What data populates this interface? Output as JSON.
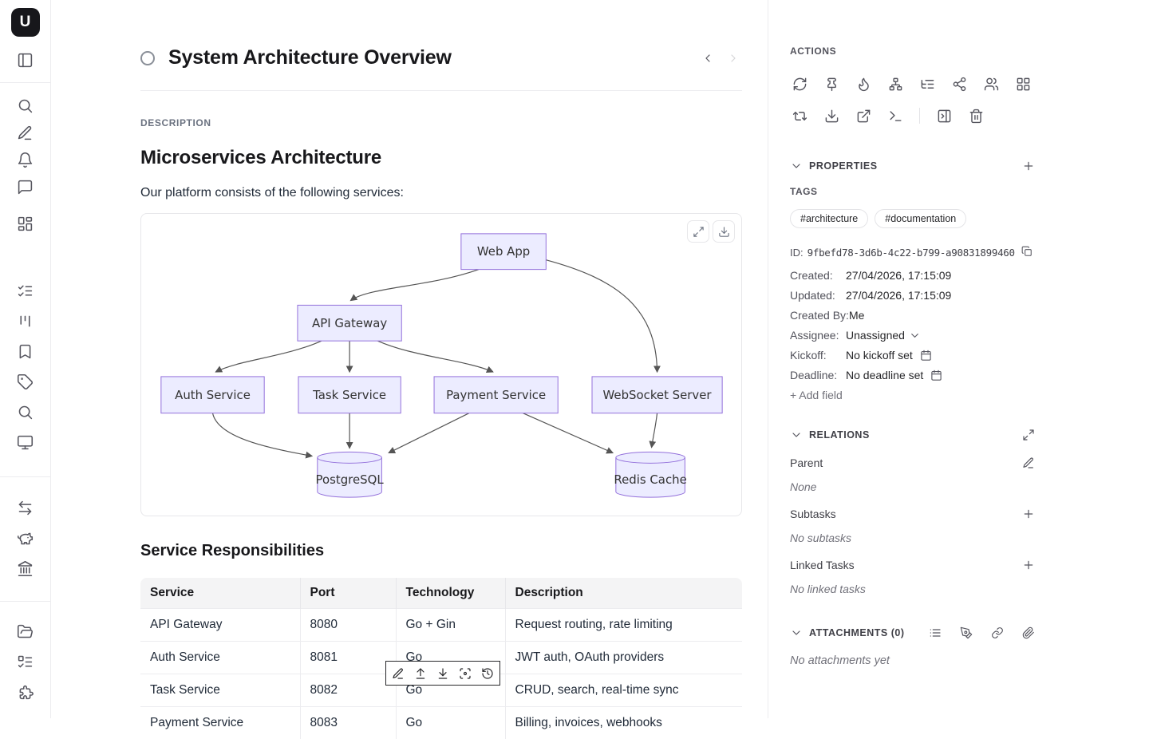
{
  "app": {
    "logo_letter": "U"
  },
  "header": {
    "title": "System Architecture Overview"
  },
  "description": {
    "section_label": "DESCRIPTION",
    "heading": "Microservices Architecture",
    "intro": "Our platform consists of the following services:"
  },
  "diagram": {
    "type": "flowchart",
    "node_fill": "#ECECFF",
    "node_border": "#9370DB",
    "edge_color": "#555555",
    "nodes": {
      "web_app": "Web App",
      "api_gateway": "API Gateway",
      "auth_service": "Auth Service",
      "task_service": "Task Service",
      "payment_service": "Payment Service",
      "websocket_server": "WebSocket Server",
      "postgresql": "PostgreSQL",
      "redis_cache": "Redis Cache"
    },
    "edges": [
      [
        "Web App",
        "API Gateway"
      ],
      [
        "Web App",
        "WebSocket Server"
      ],
      [
        "API Gateway",
        "Auth Service"
      ],
      [
        "API Gateway",
        "Task Service"
      ],
      [
        "API Gateway",
        "Payment Service"
      ],
      [
        "Auth Service",
        "PostgreSQL"
      ],
      [
        "Task Service",
        "PostgreSQL"
      ],
      [
        "Payment Service",
        "PostgreSQL"
      ],
      [
        "Payment Service",
        "Redis Cache"
      ],
      [
        "WebSocket Server",
        "Redis Cache"
      ]
    ],
    "tool_icons": [
      "expand-icon",
      "download-icon"
    ]
  },
  "services_table": {
    "heading": "Service Responsibilities",
    "columns": [
      "Service",
      "Port",
      "Technology",
      "Description"
    ],
    "rows": [
      [
        "API Gateway",
        "8080",
        "Go + Gin",
        "Request routing, rate limiting"
      ],
      [
        "Auth Service",
        "8081",
        "Go",
        "JWT auth, OAuth providers"
      ],
      [
        "Task Service",
        "8082",
        "Go",
        "CRUD, search, real-time sync"
      ],
      [
        "Payment Service",
        "8083",
        "Go",
        "Billing, invoices, webhooks"
      ]
    ]
  },
  "floating_toolbar": {
    "icons": [
      "edit-icon",
      "upload-icon",
      "download-icon",
      "focus-icon",
      "history-icon"
    ]
  },
  "left_rail_icons": [
    "panel-left",
    "search",
    "pencil",
    "bell",
    "chat",
    "dashboard",
    "list-checks",
    "kanban",
    "bookmark",
    "tag",
    "search",
    "monitor",
    "swap-arrows",
    "piggy-bank",
    "bank",
    "folder",
    "list-todo",
    "puzzle"
  ],
  "actions_panel": {
    "label": "ACTIONS",
    "row1_icons": [
      "refresh",
      "pin",
      "flame",
      "sitemap",
      "tree-list",
      "share",
      "users",
      "grid"
    ],
    "row2_icons": [
      "repeat",
      "download",
      "external-link",
      "terminal",
      "open-panel",
      "trash"
    ]
  },
  "properties": {
    "label": "PROPERTIES",
    "tags_label": "TAGS",
    "tags": [
      "#architecture",
      "#documentation"
    ],
    "id_label": "ID:",
    "id_value": "9fbefd78-3d6b-4c22-b799-a90831899460",
    "fields": [
      {
        "label": "Created:",
        "value": "27/04/2026, 17:15:09"
      },
      {
        "label": "Updated:",
        "value": "27/04/2026, 17:15:09"
      },
      {
        "label": "Created By:",
        "value": "Me"
      },
      {
        "label": "Assignee:",
        "value": "Unassigned"
      },
      {
        "label": "Kickoff:",
        "value": "No kickoff set"
      },
      {
        "label": "Deadline:",
        "value": "No deadline set"
      }
    ],
    "add_field_label": "+ Add field"
  },
  "relations": {
    "label": "RELATIONS",
    "parent_label": "Parent",
    "parent_empty": "None",
    "subtasks_label": "Subtasks",
    "subtasks_empty": "No subtasks",
    "linked_label": "Linked Tasks",
    "linked_empty": "No linked tasks"
  },
  "attachments": {
    "label": "ATTACHMENTS (0)",
    "icons": [
      "list",
      "pen",
      "link",
      "paperclip"
    ],
    "empty": "No attachments yet"
  }
}
